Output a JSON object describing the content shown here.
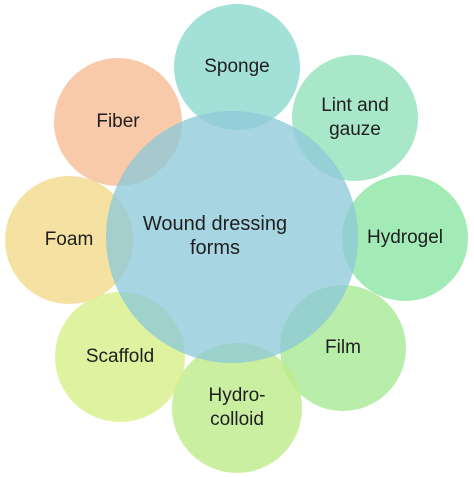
{
  "center": {
    "lines": [
      "Wound dressing",
      "forms"
    ],
    "color": "#8ec9d9"
  },
  "petals": [
    {
      "id": "sponge",
      "lines": [
        "Sponge"
      ],
      "color": "#8dd9cf"
    },
    {
      "id": "lint-and-gauze",
      "lines": [
        "Lint and",
        "gauze"
      ],
      "color": "#95e2bc"
    },
    {
      "id": "hydrogel",
      "lines": [
        "Hydrogel"
      ],
      "color": "#8de5a6"
    },
    {
      "id": "film",
      "lines": [
        "Film"
      ],
      "color": "#a8ea97"
    },
    {
      "id": "hydrocolloid",
      "lines": [
        "Hydro-",
        "colloid"
      ],
      "color": "#c0ec8c"
    },
    {
      "id": "scaffold",
      "lines": [
        "Scaffold"
      ],
      "color": "#d7ef8a"
    },
    {
      "id": "foam",
      "lines": [
        "Foam"
      ],
      "color": "#f3dc8e"
    },
    {
      "id": "fiber",
      "lines": [
        "Fiber"
      ],
      "color": "#f7be97"
    }
  ]
}
